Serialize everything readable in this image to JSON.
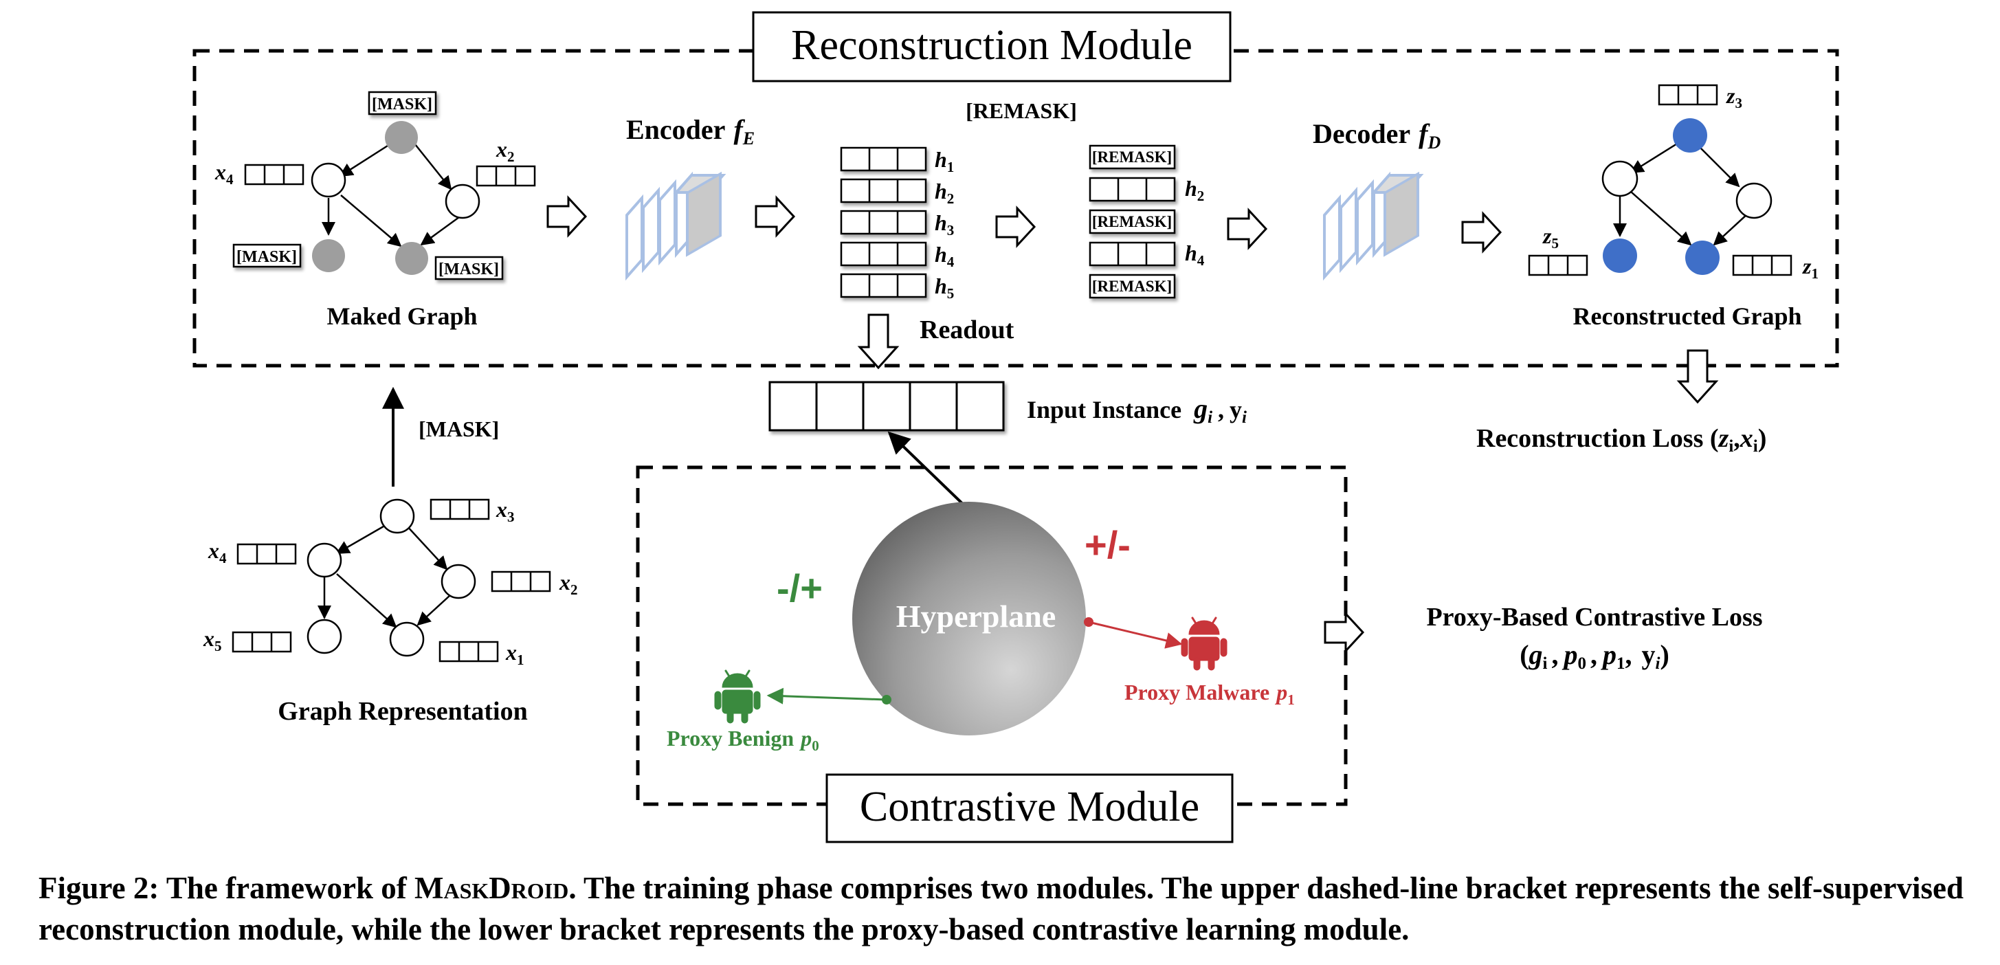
{
  "reconstruction": {
    "title": "Reconstruction Module",
    "masked_graph_label": "Maked Graph",
    "mask_token": "[MASK]",
    "encoder_label": "Encoder",
    "encoder_symbol": "f",
    "encoder_sub": "E",
    "decoder_label": "Decoder",
    "decoder_symbol": "f",
    "decoder_sub": "D",
    "remask_header": "[REMASK]",
    "remask_token": "[REMASK]",
    "readout_label": "Readout",
    "reconstructed_graph_label": "Reconstructed Graph",
    "hidden_labels": [
      {
        "base": "h",
        "sub": "1"
      },
      {
        "base": "h",
        "sub": "2"
      },
      {
        "base": "h",
        "sub": "3"
      },
      {
        "base": "h",
        "sub": "4"
      },
      {
        "base": "h",
        "sub": "5"
      }
    ],
    "remask_visible": [
      {
        "base": "h",
        "sub": "2"
      },
      {
        "base": "h",
        "sub": "4"
      }
    ],
    "masked_features": {
      "x4": {
        "base": "x",
        "sub": "4"
      },
      "x2": {
        "base": "x",
        "sub": "2"
      }
    },
    "recon_features": {
      "z3": {
        "base": "z",
        "sub": "3"
      },
      "z5": {
        "base": "z",
        "sub": "5"
      },
      "z1": {
        "base": "z",
        "sub": "1"
      }
    },
    "loss": {
      "prefix": "Reconstruction Loss (",
      "z": "z",
      "z_sub": "i",
      "sep": ",",
      "x": "x",
      "x_sub": "i",
      "suffix": ")"
    }
  },
  "graph_representation": {
    "label": "Graph Representation",
    "mask_label": "[MASK]",
    "features": {
      "x3": {
        "base": "x",
        "sub": "3"
      },
      "x4": {
        "base": "x",
        "sub": "4"
      },
      "x2": {
        "base": "x",
        "sub": "2"
      },
      "x5": {
        "base": "x",
        "sub": "5"
      },
      "x1": {
        "base": "x",
        "sub": "1"
      }
    }
  },
  "input_instance": {
    "prefix": "Input Instance",
    "g": "g",
    "g_sub": "i",
    "sep": ",",
    "y": "y",
    "y_sub": "i"
  },
  "contrastive": {
    "title": "Contrastive Module",
    "hyperplane_label": "Hyperplane",
    "benign_sign": "-/+",
    "malware_sign": "+/-",
    "proxy_benign": {
      "prefix": "Proxy Benign",
      "p": "p",
      "sub": "0"
    },
    "proxy_malware": {
      "prefix": "Proxy Malware",
      "p": "p",
      "sub": "1"
    },
    "loss_line1": "Proxy-Based Contrastive Loss",
    "loss_line2": {
      "open": "(",
      "g": "g",
      "g_sub": "i",
      "p0": "p",
      "p0_sub": "0",
      "p1": "p",
      "p1_sub": "1",
      "y": "y",
      "y_sub": "i",
      "close": ")",
      "sep": ","
    }
  },
  "caption": {
    "prefix": "Figure 2: The framework of ",
    "name": "MaskDroid",
    "rest": ". The training phase comprises two modules. The upper dashed-line bracket represents the self-supervised reconstruction module, while the lower bracket represents the proxy-based contrastive learning module."
  },
  "colors": {
    "benign_green": "#3a8a3e",
    "malware_red": "#c8353a",
    "recon_blue": "#3f6fc8",
    "masked_gray": "#9e9e9e",
    "encoder_edge": "#a9c0e4",
    "encoder_fill": "#c9c9c9"
  },
  "icons": [
    "android-benign-icon",
    "android-malware-icon",
    "hollow-arrow-icon"
  ]
}
